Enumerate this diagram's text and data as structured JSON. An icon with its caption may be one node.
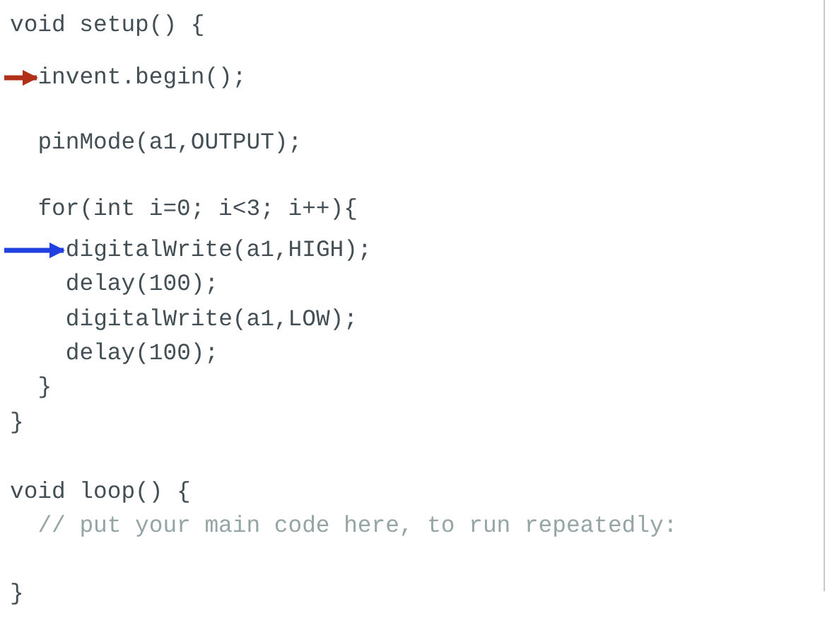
{
  "diagram": {
    "nodes": [
      {
        "text": [
          "invent.begin();"
        ]
      },
      {
        "text": [
          "digitalWrite(a1,HIGH);"
        ]
      }
    ],
    "edges": [
      {
        "from": null,
        "to": 0,
        "arrow": "to",
        "color": "#b0301a"
      },
      {
        "from": null,
        "to": 1,
        "arrow": "to",
        "color": "#2040e0"
      }
    ],
    "labels": [
      "void setup() {",
      "pinMode(a1,OUTPUT);",
      "for(int i=0; i<3; i++){",
      "delay(100);",
      "digitalWrite(a1,LOW);",
      "delay(100);",
      "}",
      "}",
      "void loop() {",
      "// put your main code here, to run repeatedly:",
      "}"
    ]
  }
}
